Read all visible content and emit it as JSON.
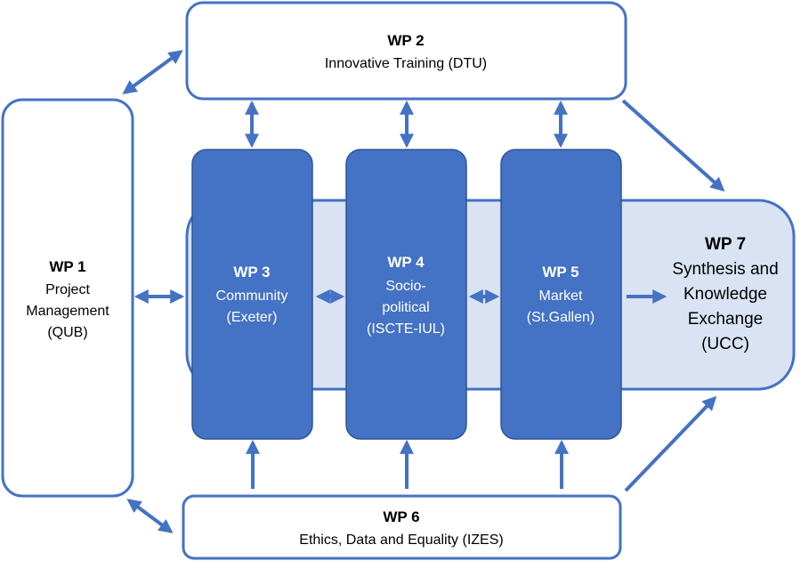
{
  "wp1": {
    "title": "WP 1",
    "lines": [
      "Project",
      "Management",
      "(QUB)"
    ]
  },
  "wp2": {
    "title": "WP 2",
    "lines": [
      "Innovative Training (DTU)"
    ]
  },
  "wp3": {
    "title": "WP 3",
    "lines": [
      "Community",
      "(Exeter)"
    ]
  },
  "wp4": {
    "title": "WP 4",
    "lines": [
      "Socio-",
      "political",
      "(ISCTE-IUL)"
    ]
  },
  "wp5": {
    "title": "WP 5",
    "lines": [
      "Market",
      "(St.Gallen)"
    ]
  },
  "wp6": {
    "title": "WP 6",
    "lines": [
      "Ethics, Data and Equality (IZES)"
    ]
  },
  "wp7": {
    "title": "WP 7",
    "lines": [
      "Synthesis and",
      "Knowledge",
      "Exchange",
      "(UCC)"
    ]
  },
  "colors": {
    "outline": "#4472C4",
    "fill_dark": "#4472C4",
    "fill_light": "#DAE3F3",
    "text_dark": "#000000",
    "text_light": "#FFFFFF"
  }
}
